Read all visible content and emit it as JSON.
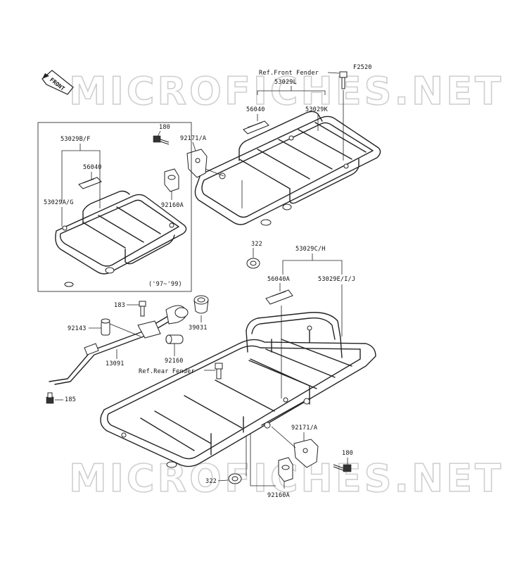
{
  "diagram_code": "F2520",
  "front_arrow_label": "FRONT",
  "watermark": "MICROFICHES.NET",
  "inset_years": "('97~'99)",
  "labels": {
    "ref_front_fender": "Ref.Front Fender",
    "p53029L": "53029L",
    "p56040_top": "56040",
    "p53029K": "53029K",
    "p180_top": "180",
    "p92171A_top": "92171/A",
    "p92160A_top": "92160A",
    "p322_top": "322",
    "p53029BF": "53029B/F",
    "p56040_inset": "56040",
    "p53029AG": "53029A/G",
    "p53029CH": "53029C/H",
    "p56040A": "56040A",
    "p53029EIJ": "53029E/I/J",
    "p183": "183",
    "p92143": "92143",
    "p39031": "39031",
    "p92160": "92160",
    "p13091": "13091",
    "ref_rear_fender": "Ref.Rear Fender",
    "p185": "185",
    "p92171A_bot": "92171/A",
    "p180_bot": "180",
    "p322_bot": "322",
    "p92160A_bot": "92160A"
  }
}
